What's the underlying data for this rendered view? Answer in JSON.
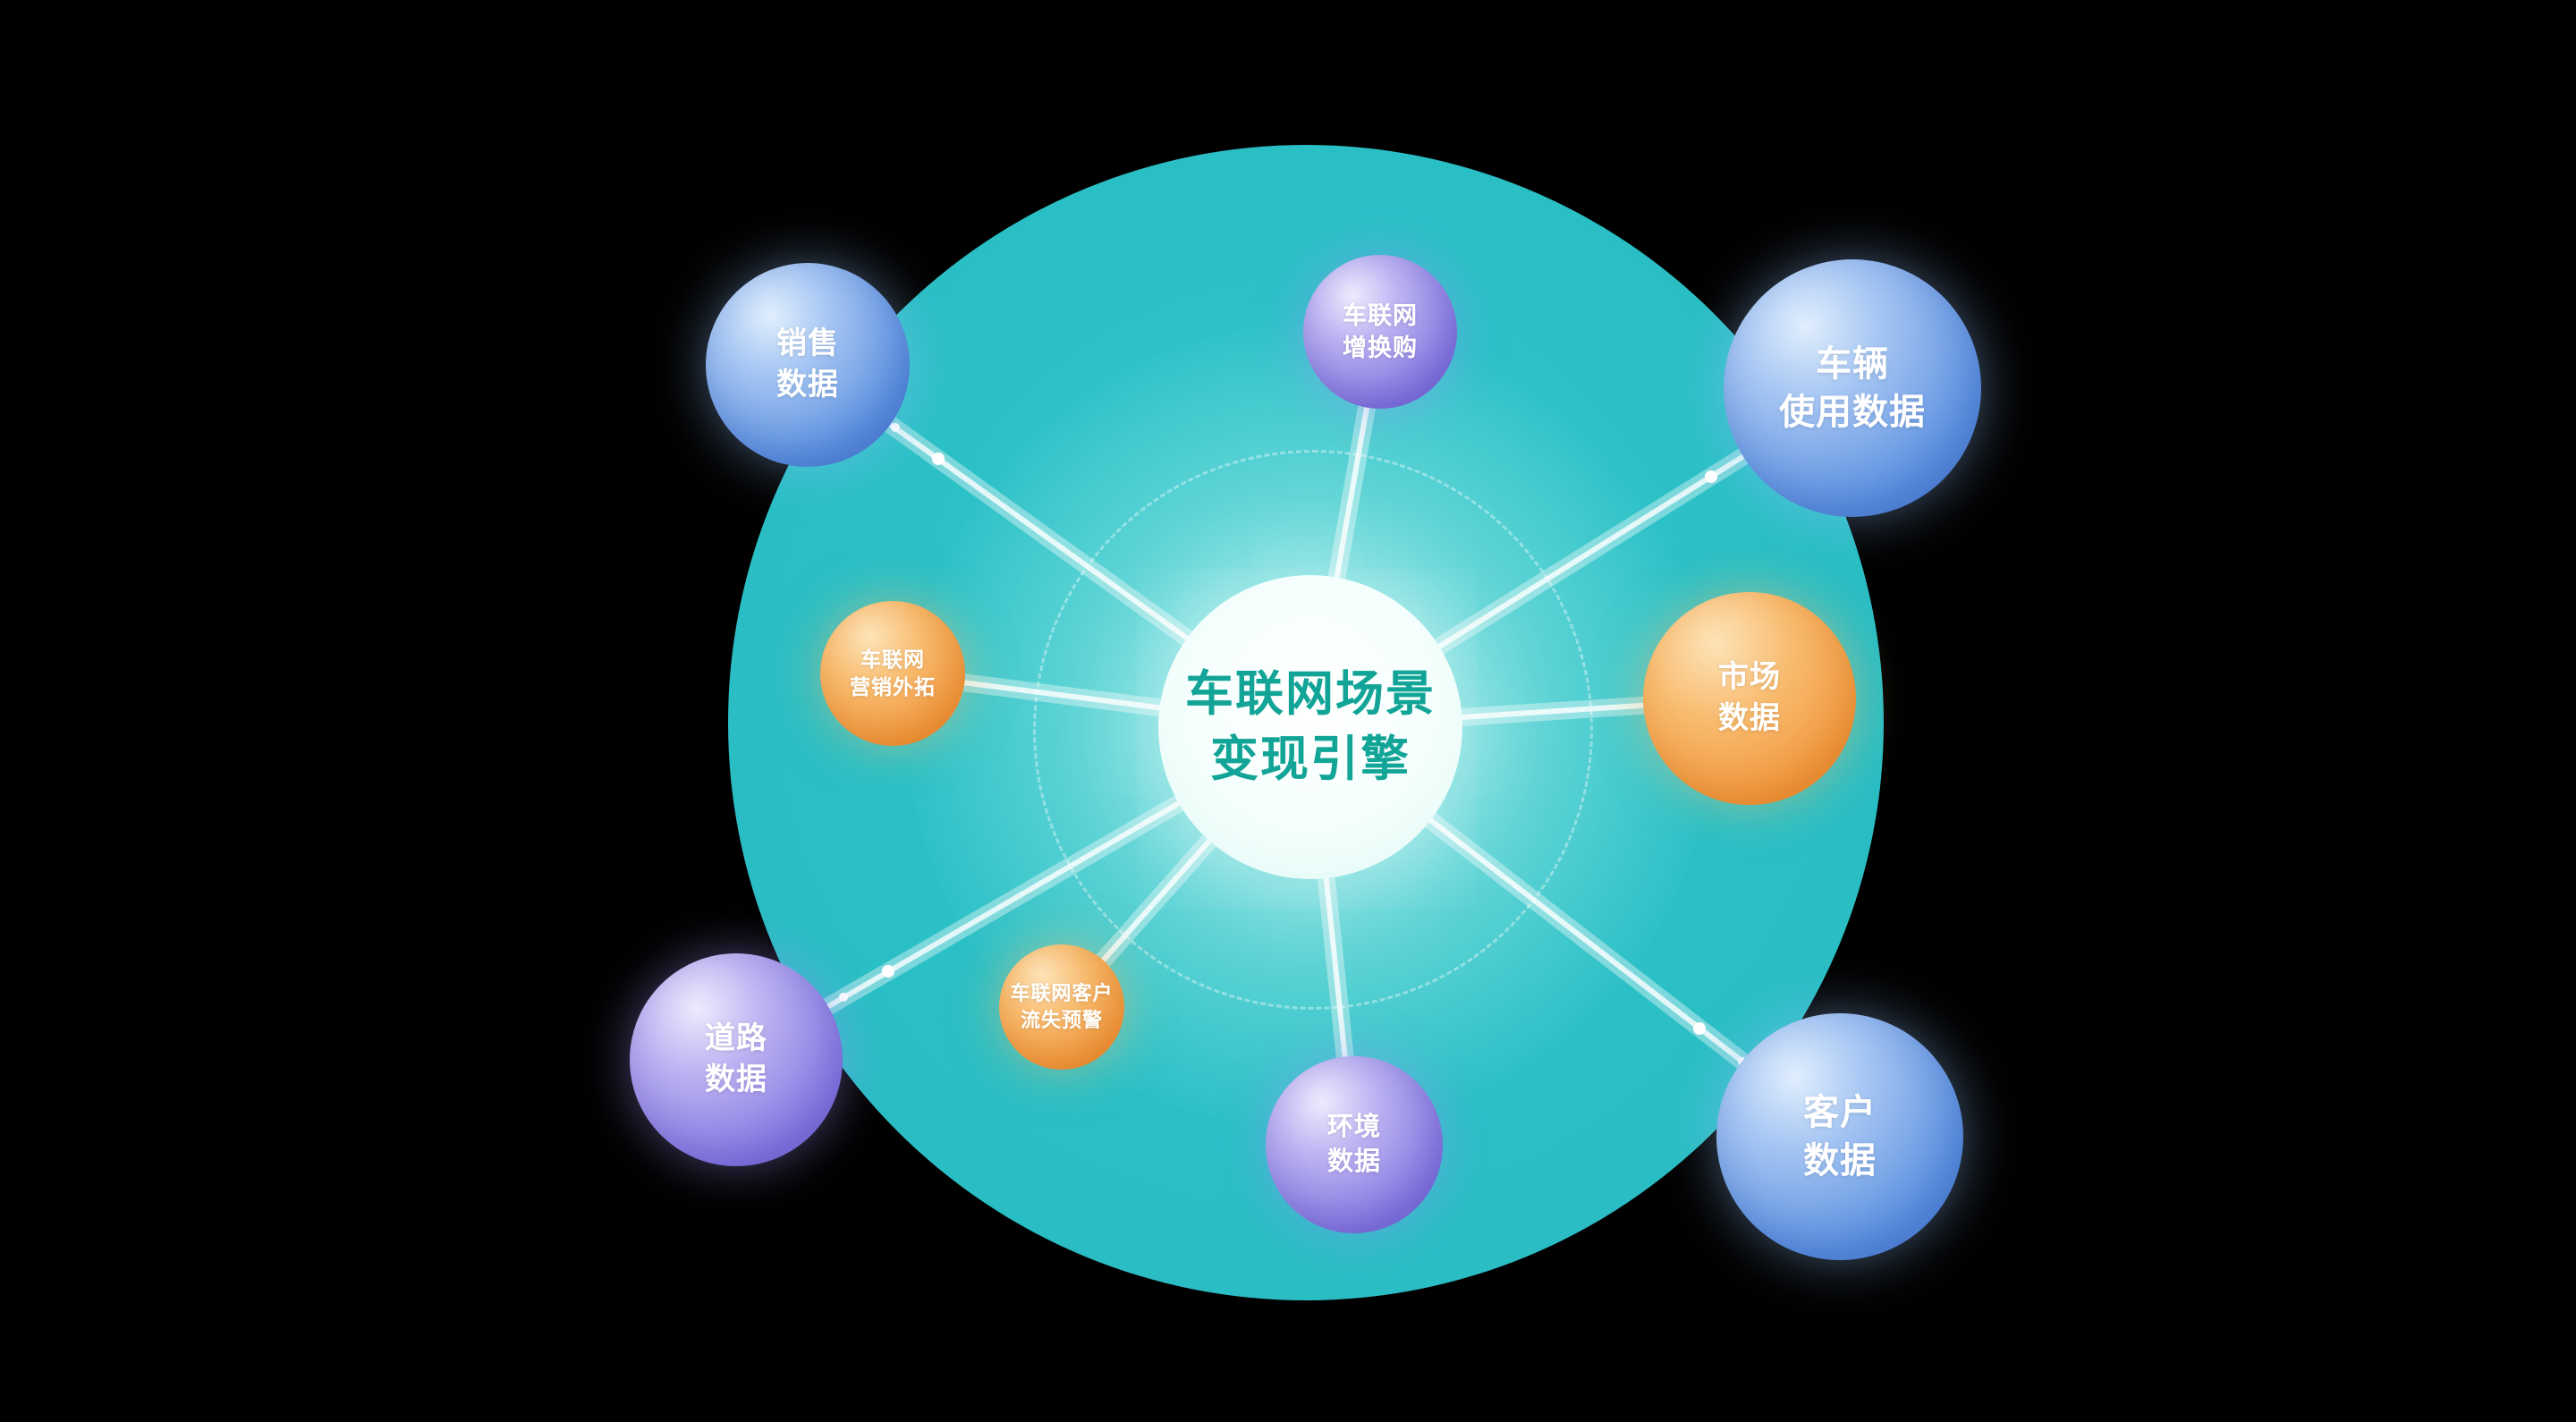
{
  "diagram": {
    "title": "车联网场景变现引擎",
    "center": {
      "label": "车联网场景\n变现引擎",
      "text_color": "#12a497",
      "fill": "#ffffff"
    },
    "nodes": [
      {
        "id": "sales-data",
        "label": "销售\n数据",
        "color": "#5c90e0",
        "color_name": "blue"
      },
      {
        "id": "iov-trade-in",
        "label": "车联网\n增换购",
        "color": "#8478e2",
        "color_name": "purple"
      },
      {
        "id": "vehicle-usage-data",
        "label": "车辆\n使用数据",
        "color": "#5c90e0",
        "color_name": "blue"
      },
      {
        "id": "market-data",
        "label": "市场\n数据",
        "color": "#f0953a",
        "color_name": "orange"
      },
      {
        "id": "customer-data",
        "label": "客户\n数据",
        "color": "#5c90e0",
        "color_name": "blue"
      },
      {
        "id": "environment-data",
        "label": "环境\n数据",
        "color": "#8478e2",
        "color_name": "purple"
      },
      {
        "id": "iov-churn-warning",
        "label": "车联网客户\n流失预警",
        "color": "#f0953a",
        "color_name": "orange"
      },
      {
        "id": "road-data",
        "label": "道路\n数据",
        "color": "#8478e2",
        "color_name": "purple"
      },
      {
        "id": "iov-marketing",
        "label": "车联网\n营销外拓",
        "color": "#f0953a",
        "color_name": "orange"
      }
    ],
    "colors": {
      "background": "#000000",
      "main_circle": "#2cc1c7",
      "blue_sphere": "#5c90e0",
      "purple_sphere": "#8478e2",
      "orange_sphere": "#f0953a",
      "connector": "#ffffff"
    }
  }
}
